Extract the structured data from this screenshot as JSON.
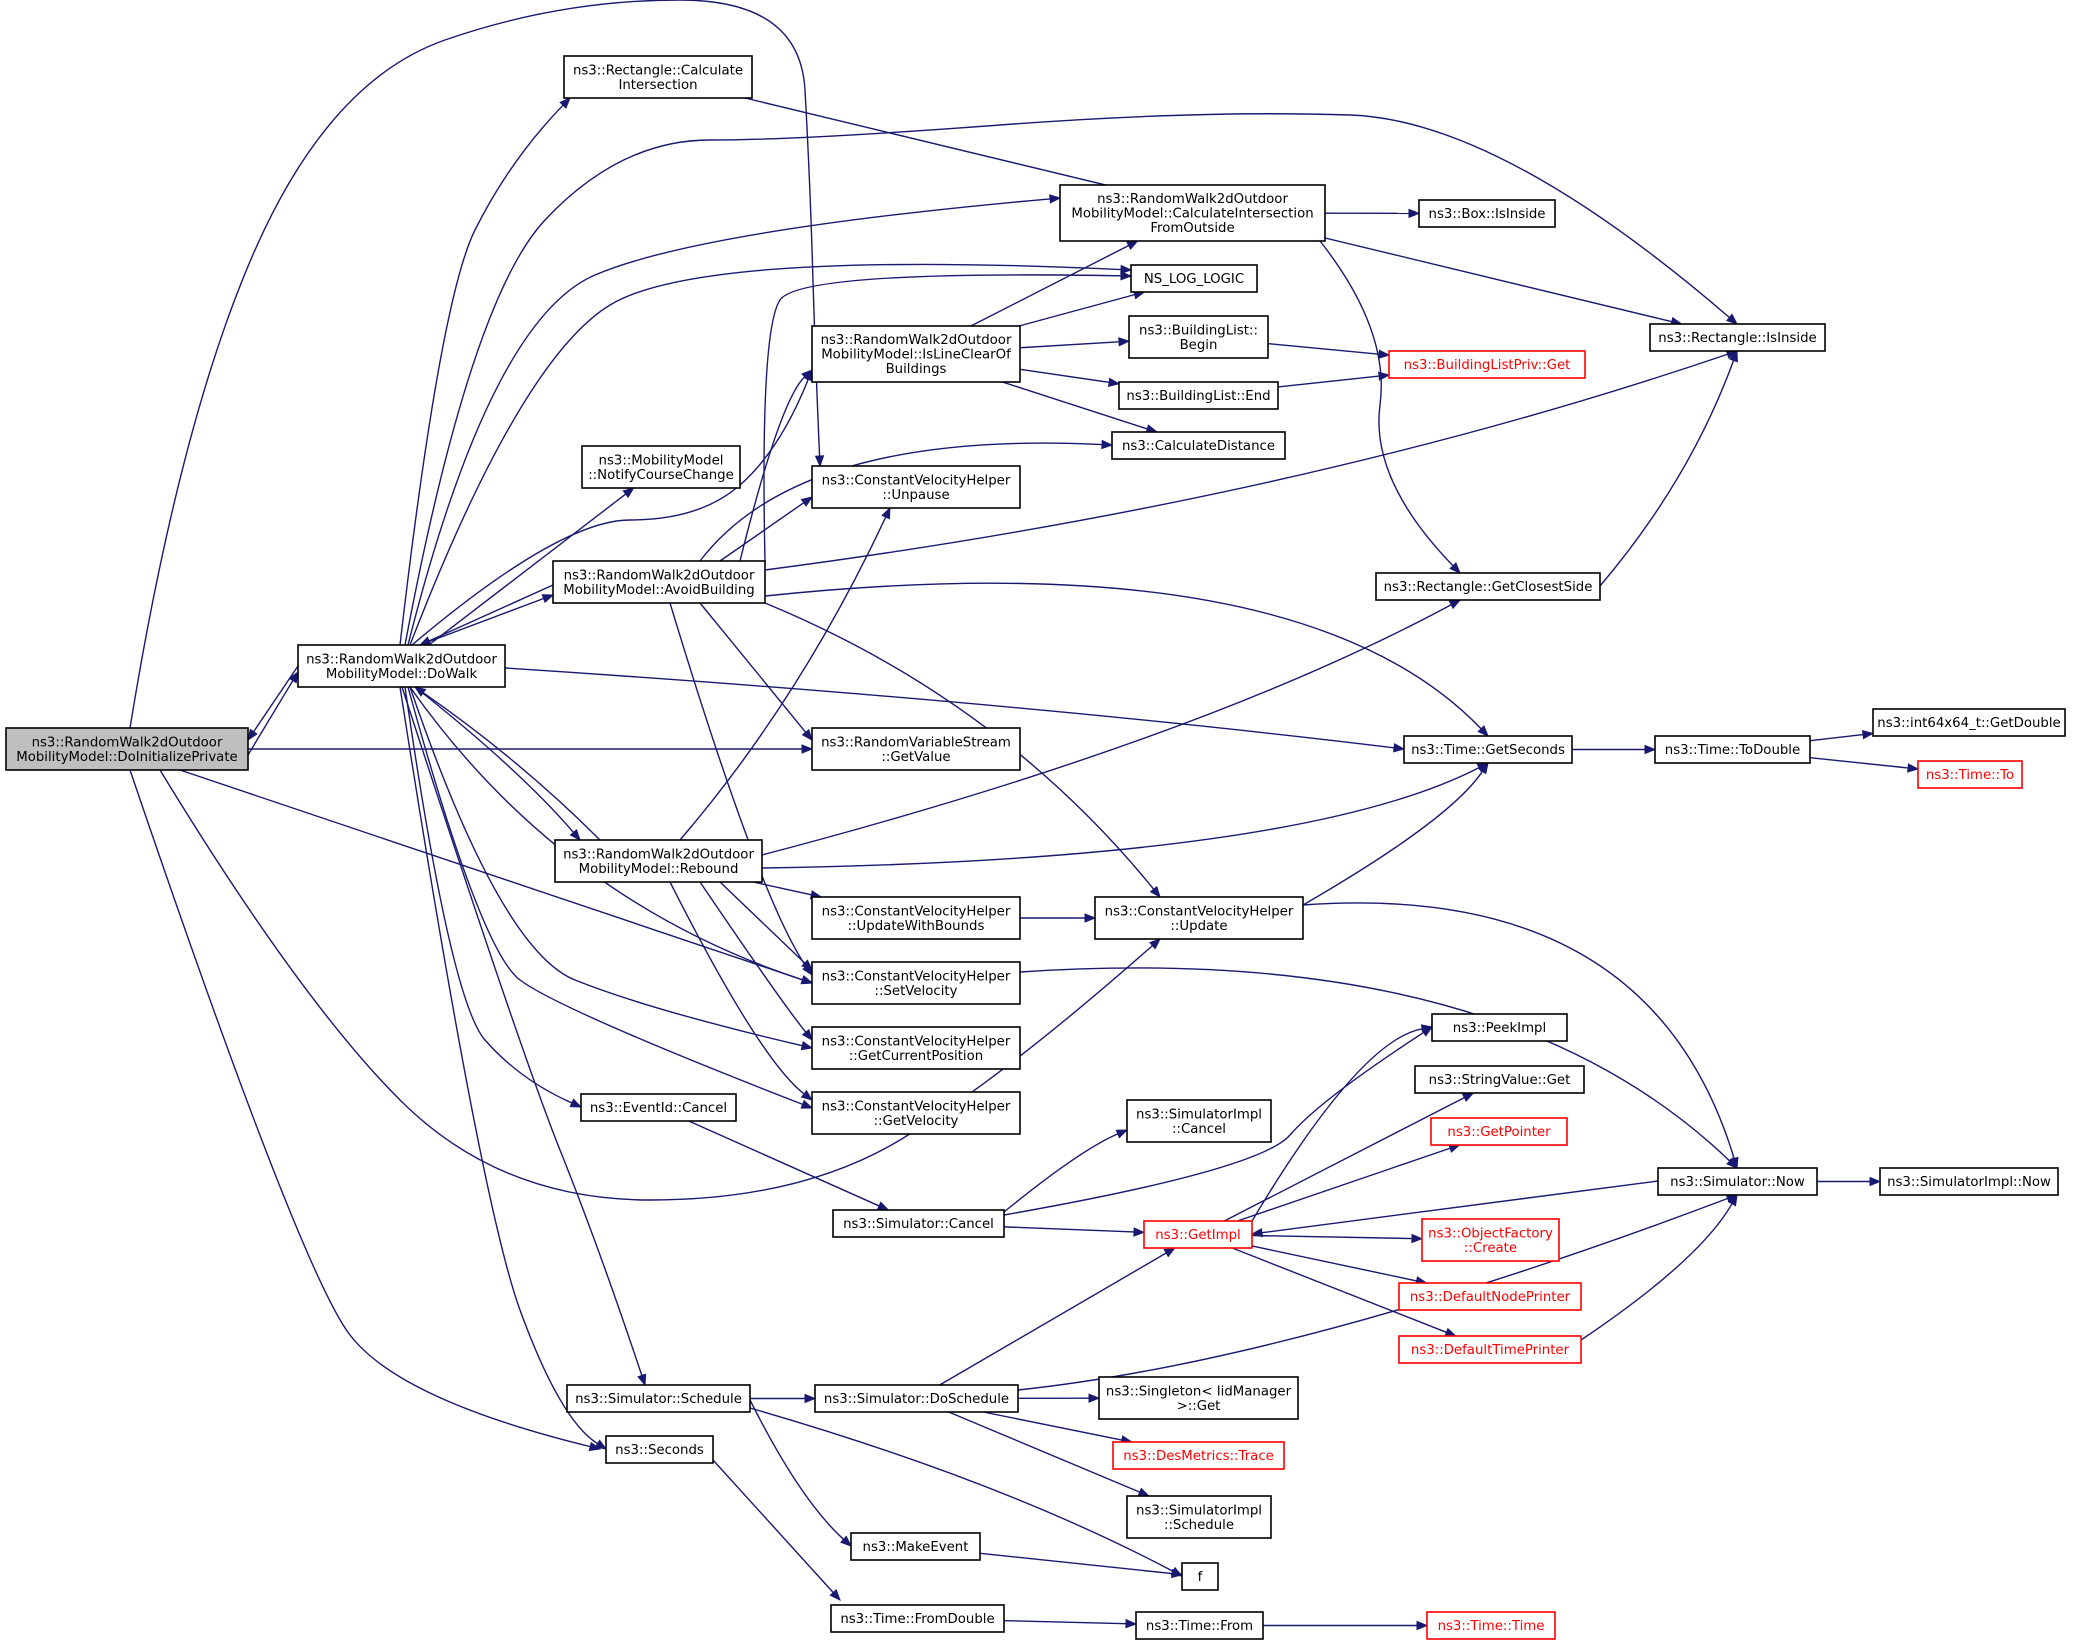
{
  "nodes": [
    {
      "id": "doinit",
      "lines": [
        "ns3::RandomWalk2dOutdoor",
        "MobilityModel::DoInitializePrivate"
      ],
      "style": "root"
    },
    {
      "id": "dowalk",
      "lines": [
        "ns3::RandomWalk2dOutdoor",
        "MobilityModel::DoWalk"
      ],
      "style": "normal"
    },
    {
      "id": "rect_calc_inter",
      "lines": [
        "ns3::Rectangle::Calculate",
        "Intersection"
      ],
      "style": "normal"
    },
    {
      "id": "calc_inter_outside",
      "lines": [
        "ns3::RandomWalk2dOutdoor",
        "MobilityModel::CalculateIntersection",
        "FromOutside"
      ],
      "style": "normal"
    },
    {
      "id": "box_isinside",
      "lines": [
        "ns3::Box::IsInside"
      ],
      "style": "normal"
    },
    {
      "id": "ns_log_logic",
      "lines": [
        "NS_LOG_LOGIC"
      ],
      "style": "normal"
    },
    {
      "id": "is_line_clear",
      "lines": [
        "ns3::RandomWalk2dOutdoor",
        "MobilityModel::IsLineClearOf",
        "Buildings"
      ],
      "style": "normal"
    },
    {
      "id": "bl_begin",
      "lines": [
        "ns3::BuildingList::",
        "Begin"
      ],
      "style": "normal"
    },
    {
      "id": "bl_end",
      "lines": [
        "ns3::BuildingList::End"
      ],
      "style": "normal"
    },
    {
      "id": "blpriv_get",
      "lines": [
        "ns3::BuildingListPriv::Get"
      ],
      "style": "red"
    },
    {
      "id": "rect_isinside",
      "lines": [
        "ns3::Rectangle::IsInside"
      ],
      "style": "normal"
    },
    {
      "id": "calc_distance",
      "lines": [
        "ns3::CalculateDistance"
      ],
      "style": "normal"
    },
    {
      "id": "notify_course",
      "lines": [
        "ns3::MobilityModel",
        "::NotifyCourseChange"
      ],
      "style": "normal"
    },
    {
      "id": "cvh_unpause",
      "lines": [
        "ns3::ConstantVelocityHelper",
        "::Unpause"
      ],
      "style": "normal"
    },
    {
      "id": "avoid_building",
      "lines": [
        "ns3::RandomWalk2dOutdoor",
        "MobilityModel::AvoidBuilding"
      ],
      "style": "normal"
    },
    {
      "id": "rect_closest",
      "lines": [
        "ns3::Rectangle::GetClosestSide"
      ],
      "style": "normal"
    },
    {
      "id": "rvs_getvalue",
      "lines": [
        "ns3::RandomVariableStream",
        "::GetValue"
      ],
      "style": "normal"
    },
    {
      "id": "time_getseconds",
      "lines": [
        "ns3::Time::GetSeconds"
      ],
      "style": "normal"
    },
    {
      "id": "time_todouble",
      "lines": [
        "ns3::Time::ToDouble"
      ],
      "style": "normal"
    },
    {
      "id": "int64_getdouble",
      "lines": [
        "ns3::int64x64_t::GetDouble"
      ],
      "style": "normal"
    },
    {
      "id": "time_to",
      "lines": [
        "ns3::Time::To"
      ],
      "style": "red"
    },
    {
      "id": "rebound",
      "lines": [
        "ns3::RandomWalk2dOutdoor",
        "MobilityModel::Rebound"
      ],
      "style": "normal"
    },
    {
      "id": "cvh_updatewb",
      "lines": [
        "ns3::ConstantVelocityHelper",
        "::UpdateWithBounds"
      ],
      "style": "normal"
    },
    {
      "id": "cvh_update",
      "lines": [
        "ns3::ConstantVelocityHelper",
        "::Update"
      ],
      "style": "normal"
    },
    {
      "id": "cvh_setvel",
      "lines": [
        "ns3::ConstantVelocityHelper",
        "::SetVelocity"
      ],
      "style": "normal"
    },
    {
      "id": "cvh_getpos",
      "lines": [
        "ns3::ConstantVelocityHelper",
        "::GetCurrentPosition"
      ],
      "style": "normal"
    },
    {
      "id": "cvh_getvel",
      "lines": [
        "ns3::ConstantVelocityHelper",
        "::GetVelocity"
      ],
      "style": "normal"
    },
    {
      "id": "eventid_cancel",
      "lines": [
        "ns3::EventId::Cancel"
      ],
      "style": "normal"
    },
    {
      "id": "simimpl_cancel",
      "lines": [
        "ns3::SimulatorImpl",
        "::Cancel"
      ],
      "style": "normal"
    },
    {
      "id": "sim_cancel",
      "lines": [
        "ns3::Simulator::Cancel"
      ],
      "style": "normal"
    },
    {
      "id": "peekimpl",
      "lines": [
        "ns3::PeekImpl"
      ],
      "style": "normal"
    },
    {
      "id": "stringvalue_get",
      "lines": [
        "ns3::StringValue::Get"
      ],
      "style": "normal"
    },
    {
      "id": "getpointer",
      "lines": [
        "ns3::GetPointer"
      ],
      "style": "red"
    },
    {
      "id": "sim_now",
      "lines": [
        "ns3::Simulator::Now"
      ],
      "style": "normal"
    },
    {
      "id": "simimpl_now",
      "lines": [
        "ns3::SimulatorImpl::Now"
      ],
      "style": "normal"
    },
    {
      "id": "getimpl",
      "lines": [
        "ns3::GetImpl"
      ],
      "style": "red"
    },
    {
      "id": "objfactory_create",
      "lines": [
        "ns3::ObjectFactory",
        "::Create"
      ],
      "style": "red"
    },
    {
      "id": "default_node_printer",
      "lines": [
        "ns3::DefaultNodePrinter"
      ],
      "style": "red"
    },
    {
      "id": "default_time_printer",
      "lines": [
        "ns3::DefaultTimePrinter"
      ],
      "style": "red"
    },
    {
      "id": "sim_schedule",
      "lines": [
        "ns3::Simulator::Schedule"
      ],
      "style": "normal"
    },
    {
      "id": "sim_doschedule",
      "lines": [
        "ns3::Simulator::DoSchedule"
      ],
      "style": "normal"
    },
    {
      "id": "singleton_get",
      "lines": [
        "ns3::Singleton< IidManager",
        " >::Get"
      ],
      "style": "normal"
    },
    {
      "id": "seconds",
      "lines": [
        "ns3::Seconds"
      ],
      "style": "normal"
    },
    {
      "id": "desmetrics_trace",
      "lines": [
        "ns3::DesMetrics::Trace"
      ],
      "style": "red"
    },
    {
      "id": "simimpl_schedule",
      "lines": [
        "ns3::SimulatorImpl",
        "::Schedule"
      ],
      "style": "normal"
    },
    {
      "id": "make_event",
      "lines": [
        "ns3::MakeEvent"
      ],
      "style": "normal"
    },
    {
      "id": "f",
      "lines": [
        "f"
      ],
      "style": "normal"
    },
    {
      "id": "time_fromdouble",
      "lines": [
        "ns3::Time::FromDouble"
      ],
      "style": "normal"
    },
    {
      "id": "time_from",
      "lines": [
        "ns3::Time::From"
      ],
      "style": "normal"
    },
    {
      "id": "time_time",
      "lines": [
        "ns3::Time::Time"
      ],
      "style": "red"
    }
  ],
  "edges": [
    [
      "doinit",
      "dowalk"
    ],
    [
      "doinit",
      "rvs_getvalue"
    ],
    [
      "doinit",
      "cvh_setvel"
    ],
    [
      "doinit",
      "cvh_update"
    ],
    [
      "doinit",
      "seconds"
    ],
    [
      "doinit",
      "cvh_unpause"
    ],
    [
      "dowalk",
      "doinit"
    ],
    [
      "dowalk",
      "rect_calc_inter"
    ],
    [
      "dowalk",
      "calc_inter_outside"
    ],
    [
      "dowalk",
      "ns_log_logic"
    ],
    [
      "dowalk",
      "is_line_clear"
    ],
    [
      "dowalk",
      "rect_isinside"
    ],
    [
      "dowalk",
      "notify_course"
    ],
    [
      "dowalk",
      "avoid_building"
    ],
    [
      "dowalk",
      "rebound"
    ],
    [
      "dowalk",
      "time_getseconds"
    ],
    [
      "dowalk",
      "cvh_setvel"
    ],
    [
      "dowalk",
      "cvh_getpos"
    ],
    [
      "dowalk",
      "cvh_getvel"
    ],
    [
      "dowalk",
      "eventid_cancel"
    ],
    [
      "dowalk",
      "sim_schedule"
    ],
    [
      "dowalk",
      "seconds"
    ],
    [
      "rect_calc_inter",
      "rect_isinside"
    ],
    [
      "calc_inter_outside",
      "box_isinside"
    ],
    [
      "calc_inter_outside",
      "rect_closest"
    ],
    [
      "is_line_clear",
      "calc_inter_outside"
    ],
    [
      "is_line_clear",
      "ns_log_logic"
    ],
    [
      "is_line_clear",
      "bl_begin"
    ],
    [
      "is_line_clear",
      "bl_end"
    ],
    [
      "is_line_clear",
      "calc_distance"
    ],
    [
      "bl_begin",
      "blpriv_get"
    ],
    [
      "bl_end",
      "blpriv_get"
    ],
    [
      "avoid_building",
      "dowalk"
    ],
    [
      "avoid_building",
      "ns_log_logic"
    ],
    [
      "avoid_building",
      "is_line_clear"
    ],
    [
      "avoid_building",
      "calc_distance"
    ],
    [
      "avoid_building",
      "cvh_unpause"
    ],
    [
      "avoid_building",
      "rect_isinside"
    ],
    [
      "avoid_building",
      "time_getseconds"
    ],
    [
      "avoid_building",
      "rvs_getvalue"
    ],
    [
      "avoid_building",
      "cvh_update"
    ],
    [
      "avoid_building",
      "cvh_setvel"
    ],
    [
      "rect_closest",
      "rect_isinside"
    ],
    [
      "rebound",
      "dowalk"
    ],
    [
      "rebound",
      "cvh_unpause"
    ],
    [
      "rebound",
      "rect_closest"
    ],
    [
      "rebound",
      "time_getseconds"
    ],
    [
      "rebound",
      "cvh_updatewb"
    ],
    [
      "rebound",
      "cvh_setvel"
    ],
    [
      "rebound",
      "cvh_getpos"
    ],
    [
      "rebound",
      "cvh_getvel"
    ],
    [
      "time_getseconds",
      "time_todouble"
    ],
    [
      "time_todouble",
      "int64_getdouble"
    ],
    [
      "time_todouble",
      "time_to"
    ],
    [
      "cvh_updatewb",
      "cvh_update"
    ],
    [
      "cvh_update",
      "time_getseconds"
    ],
    [
      "cvh_update",
      "sim_now"
    ],
    [
      "cvh_setvel",
      "sim_now"
    ],
    [
      "eventid_cancel",
      "sim_cancel"
    ],
    [
      "sim_cancel",
      "simimpl_cancel"
    ],
    [
      "sim_cancel",
      "peekimpl"
    ],
    [
      "sim_cancel",
      "getimpl"
    ],
    [
      "sim_now",
      "simimpl_now"
    ],
    [
      "sim_now",
      "getimpl"
    ],
    [
      "getimpl",
      "peekimpl"
    ],
    [
      "getimpl",
      "stringvalue_get"
    ],
    [
      "getimpl",
      "getpointer"
    ],
    [
      "getimpl",
      "objfactory_create"
    ],
    [
      "getimpl",
      "default_node_printer"
    ],
    [
      "getimpl",
      "default_time_printer"
    ],
    [
      "default_time_printer",
      "sim_now"
    ],
    [
      "sim_schedule",
      "sim_doschedule"
    ],
    [
      "sim_schedule",
      "make_event"
    ],
    [
      "sim_schedule",
      "f"
    ],
    [
      "sim_doschedule",
      "getimpl"
    ],
    [
      "sim_doschedule",
      "singleton_get"
    ],
    [
      "sim_doschedule",
      "desmetrics_trace"
    ],
    [
      "sim_doschedule",
      "simimpl_schedule"
    ],
    [
      "sim_doschedule",
      "sim_now"
    ],
    [
      "make_event",
      "f"
    ],
    [
      "seconds",
      "time_fromdouble"
    ],
    [
      "time_fromdouble",
      "time_from"
    ],
    [
      "time_from",
      "time_time"
    ]
  ]
}
